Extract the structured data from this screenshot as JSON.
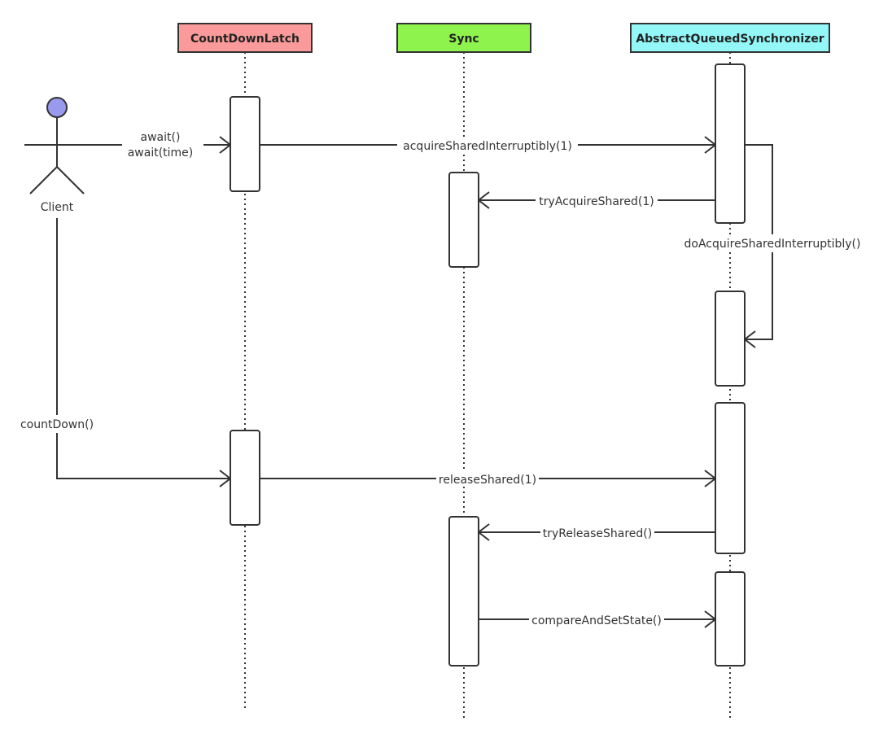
{
  "colors": {
    "countdownlatch": "#fa9a9a",
    "sync": "#8ef34c",
    "aqs": "#93f7f7",
    "actor_head": "#9999ee",
    "line": "#333333"
  },
  "participants": {
    "countdownlatch": "CountDownLatch",
    "sync": "Sync",
    "aqs": "AbstractQueuedSynchronizer"
  },
  "actor": {
    "label": "Client"
  },
  "messages": {
    "await_line1": "await()",
    "await_line2": "await(time)",
    "acquire": "acquireSharedInterruptibly(1)",
    "try_acquire": "tryAcquireShared(1)",
    "do_acquire": "doAcquireSharedInterruptibly()",
    "count_down": "countDown()",
    "release": "releaseShared(1)",
    "try_release": "tryReleaseShared()",
    "cas": "compareAndSetState()"
  }
}
